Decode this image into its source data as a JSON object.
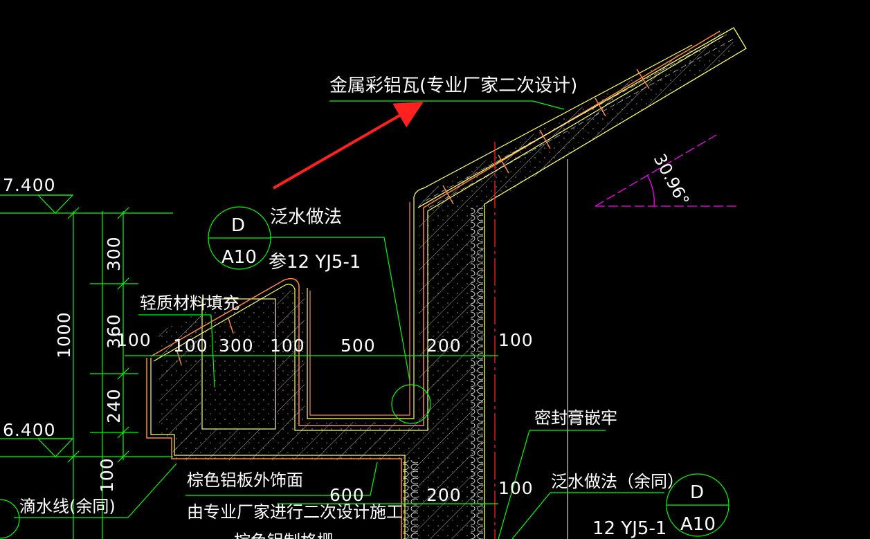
{
  "colors": {
    "background": "#000000",
    "green": "#00ff00",
    "yellow": "#ffff66",
    "orange": "#ff8844",
    "red": "#ff2020",
    "magenta": "#ff00ff",
    "white": "#ffffff"
  },
  "labels": {
    "roof_tile": "金属彩铝瓦(专业厂家二次设计)",
    "flashing": "泛水做法",
    "flashing_ref": "参12 YJ5-1",
    "light_fill": "轻质材料填充",
    "brown_panel": "棕色铝板外饰面",
    "vendor_design": "由专业厂家进行二次设计施工",
    "brown_grille": "棕色铝制格栅",
    "sealant": "密封膏嵌牢",
    "flashing_same": "泛水做法（余同）",
    "drip_line": "滴水线(余同)",
    "ref_code_2": "12 YJ5-1",
    "angle": "30.96°"
  },
  "detail_markers": [
    {
      "top": "D",
      "bottom": "A10"
    },
    {
      "top": "D",
      "bottom": "A10"
    }
  ],
  "elevations": {
    "top": "7.400",
    "bottom": "6.400"
  },
  "dimensions": {
    "vertical": [
      "300",
      "360",
      "240",
      "1000",
      "100"
    ],
    "horizontal": [
      "100",
      "100",
      "300",
      "100",
      "500",
      "200",
      "100"
    ],
    "lower": [
      "600",
      "200",
      "100"
    ]
  }
}
